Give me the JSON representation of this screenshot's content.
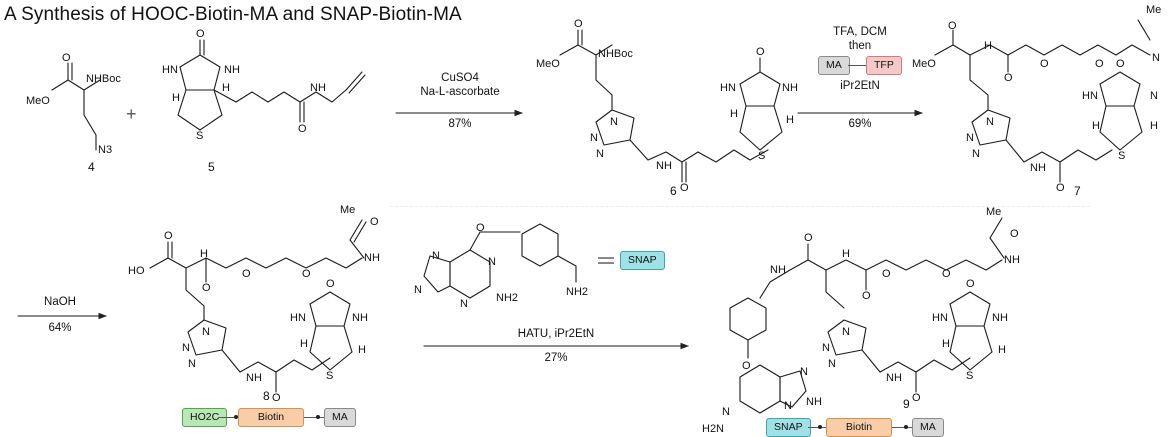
{
  "title": "A Synthesis of HOOC-Biotin-MA and SNAP-Biotin-MA",
  "compounds": {
    "c4": "4",
    "c5": "5",
    "c6": "6",
    "c7": "7",
    "c8": "8",
    "c9": "9"
  },
  "atoms": {
    "meo": "MeO",
    "nhboc": "NHBoc",
    "n3": "N3",
    "o": "O",
    "hn": "HN",
    "nh": "NH",
    "h": "H",
    "s": "S",
    "n": "N",
    "ho": "HO",
    "me": "Me",
    "nh2": "NH2",
    "h2n": "H2N"
  },
  "step1": {
    "line1": "CuSO4",
    "line2": "Na-L-ascorbate",
    "yield": "87%"
  },
  "step2": {
    "line1": "TFA, DCM",
    "line2": "then",
    "reagent": "iPr2EtN",
    "yield": "69%"
  },
  "step3": {
    "reagent": "NaOH",
    "yield": "64%"
  },
  "step4": {
    "reagent": "HATU, iPr2EtN",
    "yield": "27%"
  },
  "plus": "+",
  "tags": {
    "ma": "MA",
    "tfp": "TFP",
    "biotin": "Biotin",
    "hooc": "HO2C",
    "snap": "SNAP"
  },
  "colors": {
    "ma": "#d9d9d9",
    "tfp": "#f6c9c9",
    "biotin": "#f8cda8",
    "hooc": "#b9e7b5",
    "snap": "#9fe1e4"
  }
}
